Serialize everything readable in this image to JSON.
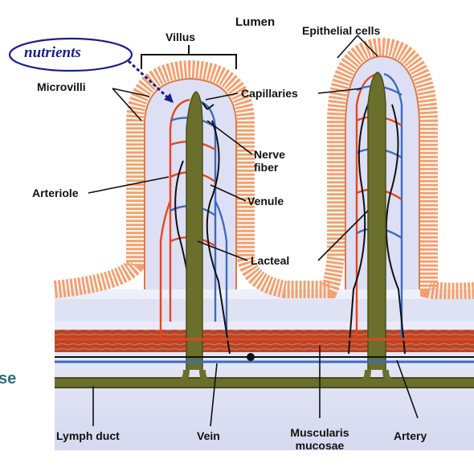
{
  "diagram": {
    "labels": {
      "lumen": "Lumen",
      "villus": "Villus",
      "epithelial_cells": "Epithelial cells",
      "nutrients": "nutrients",
      "microvilli": "Microvilli",
      "capillaries": "Capillaries",
      "nerve_fiber_line1": "Nerve",
      "nerve_fiber_line2": "fiber",
      "arteriole": "Arteriole",
      "venule": "Venule",
      "lacteal": "Lacteal",
      "lymph_duct": "Lymph duct",
      "vein": "Vein",
      "muscularis_line1": "Muscularis",
      "muscularis_line2": "mucosae",
      "artery": "Artery",
      "clipped_edge_text": "se"
    },
    "colors": {
      "epithelium": "#f6a070",
      "epithelium_dark": "#e07a4a",
      "interior": "#dcdff3",
      "artery": "#e8451f",
      "vein": "#3b6cc2",
      "lacteal": "#6b6f2c",
      "nerve": "#111111",
      "muscle": "#b9492a",
      "nutrients_text": "#1a1f8c"
    }
  }
}
